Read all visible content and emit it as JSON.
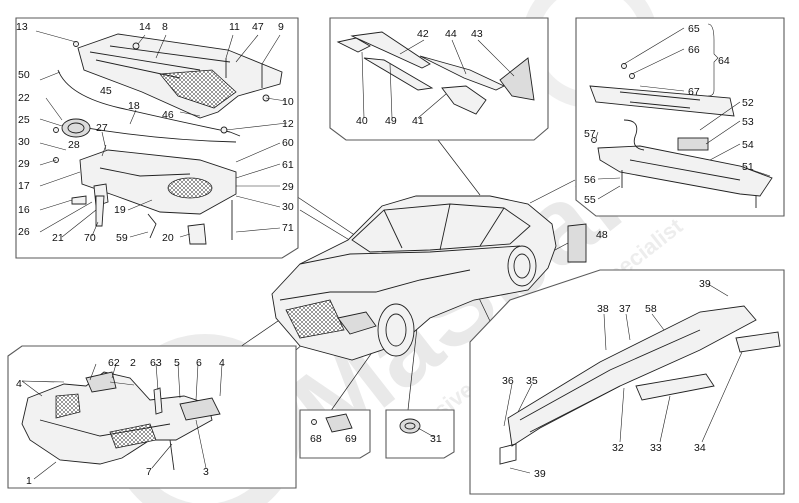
{
  "watermark": {
    "brand": "MaSparts",
    "tagline": "Exclusive Maserati Parts Specialist"
  },
  "callouts": {
    "c1": "1",
    "c2": "2",
    "c3": "3",
    "c4a": "4",
    "c4b": "4",
    "c5": "5",
    "c6": "6",
    "c7": "7",
    "c8": "8",
    "c9": "9",
    "c10": "10",
    "c11": "11",
    "c12": "12",
    "c13": "13",
    "c14": "14",
    "c16": "16",
    "c17": "17",
    "c18": "18",
    "c19": "19",
    "c20": "20",
    "c21": "21",
    "c22": "22",
    "c25": "25",
    "c26": "26",
    "c27": "27",
    "c28": "28",
    "c29a": "29",
    "c29b": "29",
    "c30a": "30",
    "c30b": "30",
    "c31": "31",
    "c32": "32",
    "c33": "33",
    "c34": "34",
    "c35": "35",
    "c36": "36",
    "c37": "37",
    "c38": "38",
    "c39a": "39",
    "c39b": "39",
    "c40": "40",
    "c41": "41",
    "c42": "42",
    "c43": "43",
    "c44": "44",
    "c45": "45",
    "c46": "46",
    "c47": "47",
    "c48": "48",
    "c49": "49",
    "c50": "50",
    "c51": "51",
    "c52": "52",
    "c53": "53",
    "c54": "54",
    "c55": "55",
    "c56": "56",
    "c57": "57",
    "c58": "58",
    "c59": "59",
    "c60": "60",
    "c61": "61",
    "c62": "62",
    "c63": "63",
    "c64": "64",
    "c65": "65",
    "c66": "66",
    "c67": "67",
    "c68": "68",
    "c69": "69",
    "c70": "70",
    "c71": "71"
  }
}
